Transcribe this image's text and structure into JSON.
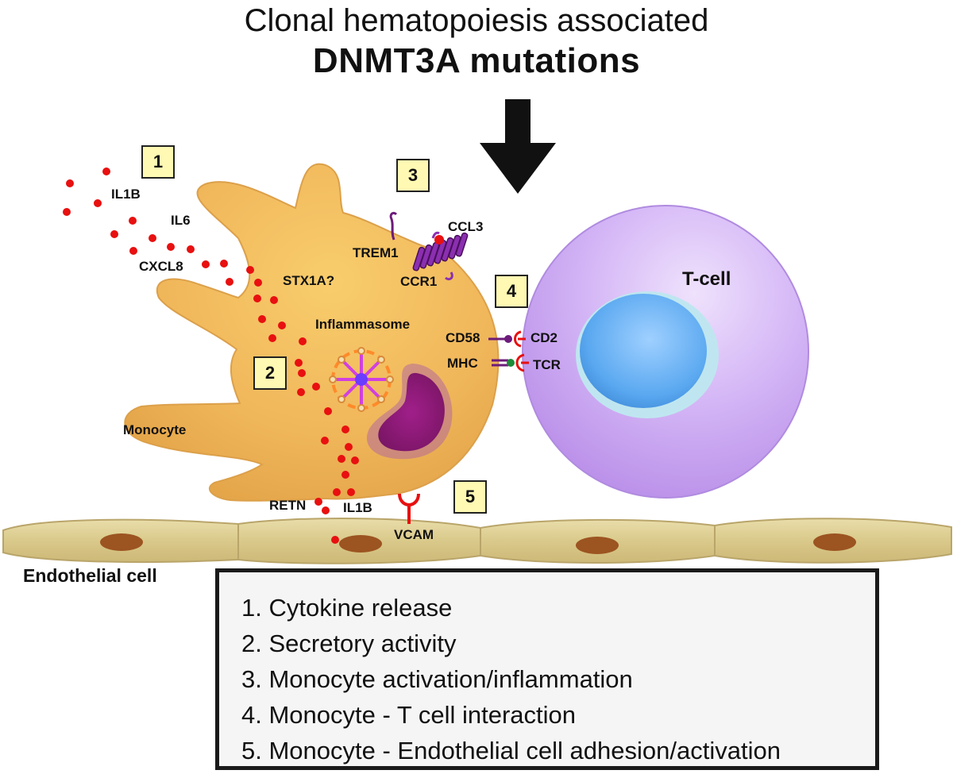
{
  "title": {
    "line1": "Clonal hematopoiesis associated",
    "line2": "DNMT3A mutations"
  },
  "badges": [
    "1",
    "2",
    "3",
    "4",
    "5"
  ],
  "labels": {
    "il1b_top": "IL1B",
    "il6": "IL6",
    "cxcl8": "CXCL8",
    "stx1a": "STX1A?",
    "inflammasome": "Inflammasome",
    "monocyte": "Monocyte",
    "trem1": "TREM1",
    "ccl3": "CCL3",
    "ccr1": "CCR1",
    "cd58": "CD58",
    "mhc": "MHC",
    "cd2": "CD2",
    "tcr": "TCR",
    "tcell": "T-cell",
    "retn": "RETN",
    "il1b_bottom": "IL1B",
    "vcam": "VCAM",
    "endothelial": "Endothelial cell"
  },
  "legend": [
    "1. Cytokine release",
    "2. Secretory activity",
    "3. Monocyte activation/inflammation",
    "4. Monocyte - T cell interaction",
    "5. Monocyte - Endothelial cell adhesion/activation"
  ],
  "colors": {
    "monocyte_fill": "#f2b454",
    "tcell_outer": "#c9a8f0",
    "tcell_nucleus": "#5aa8f0",
    "endothelium": "#dccf8f",
    "endothelial_nucleus": "#9c5421",
    "cytokine_dots": "#e81010",
    "receptor_purple": "#6d1b7a",
    "badge_fill": "#fff9b3",
    "legend_fill": "#f5f5f5"
  }
}
